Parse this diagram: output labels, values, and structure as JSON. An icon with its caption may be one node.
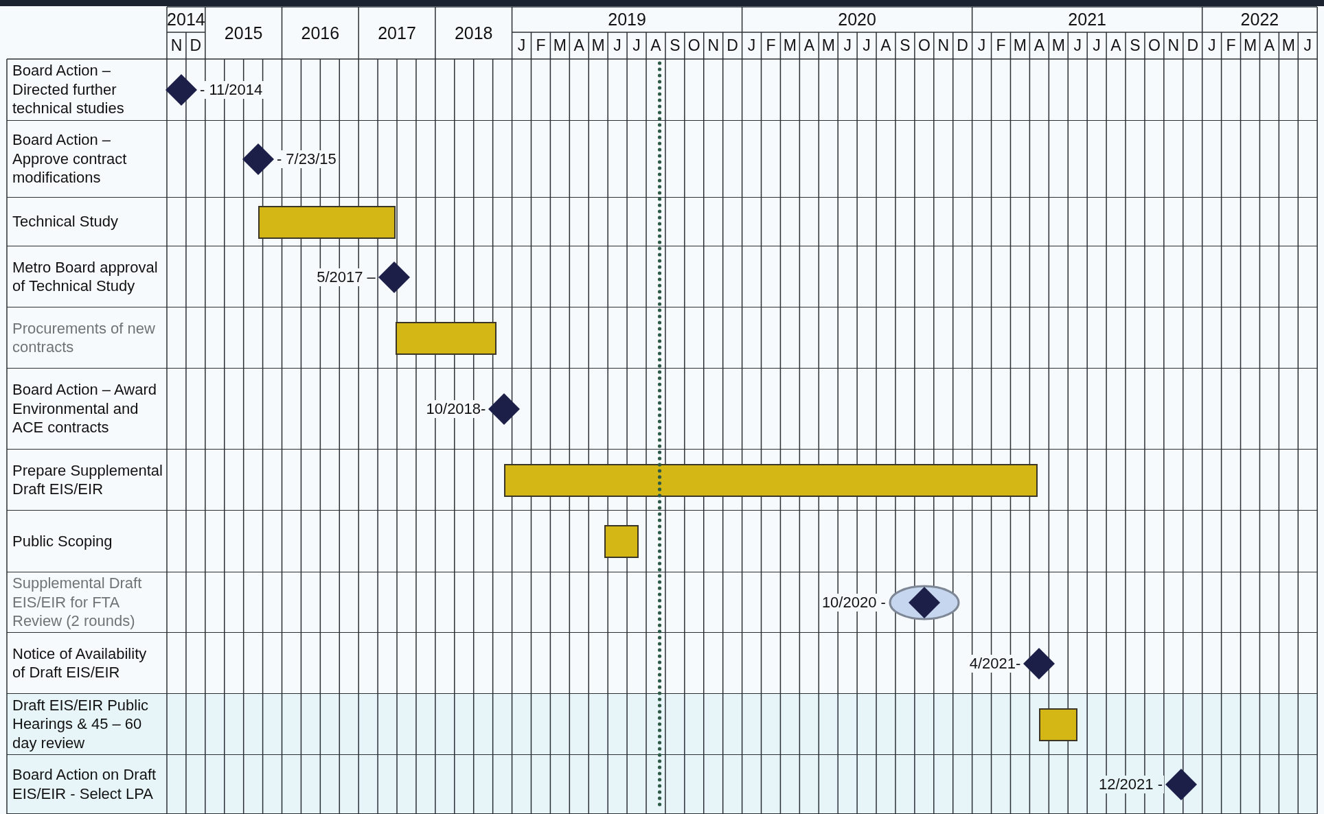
{
  "diagram": {
    "nodes": [
      {
        "text": [
          "Board Action – Directed further technical studies"
        ]
      },
      {
        "text": [],
        "shape": "diamond",
        "in": 0,
        "beside": [
          "- 11/2014"
        ]
      },
      {
        "text": [
          "Board Action – Approve contract modifications"
        ]
      },
      {
        "text": [],
        "shape": "diamond",
        "in": 2,
        "beside": [
          "- 7/23/15"
        ]
      },
      {
        "text": [
          "Technical Study"
        ]
      },
      {
        "text": [],
        "shape": "bar",
        "in": 4
      },
      {
        "text": [
          "Metro Board approval of Technical Study"
        ]
      },
      {
        "text": [],
        "shape": "diamond",
        "in": 6,
        "beside": [
          "5/2017 –"
        ]
      },
      {
        "text": [
          "Procurements of new contracts"
        ]
      },
      {
        "text": [],
        "shape": "bar",
        "in": 8
      },
      {
        "text": [
          "Board Action – Award Environmental and ACE contracts"
        ]
      },
      {
        "text": [],
        "shape": "diamond",
        "in": 10,
        "beside": [
          "10/2018-"
        ]
      },
      {
        "text": [
          "Prepare Supplemental Draft EIS/EIR"
        ]
      },
      {
        "text": [],
        "shape": "bar",
        "in": 12
      },
      {
        "text": [
          "Public Scoping"
        ]
      },
      {
        "text": [],
        "shape": "bar",
        "in": 14
      },
      {
        "text": [
          "Supplemental Draft EIS/EIR for FTA Review (2 rounds)"
        ]
      },
      {
        "text": [],
        "shape": "diamond",
        "in": 16,
        "beside": [
          "10/2020 -"
        ]
      },
      {
        "text": [
          "Notice of Availability of Draft EIS/EIR"
        ]
      },
      {
        "text": [],
        "shape": "diamond",
        "in": 18,
        "beside": [
          "4/2021-"
        ]
      },
      {
        "text": [
          "Draft EIS/EIR Public Hearings & 45 – 60 day review"
        ]
      },
      {
        "text": [],
        "shape": "bar",
        "in": 20
      },
      {
        "text": [
          "Board Action on Draft EIS/EIR - Select LPA"
        ]
      },
      {
        "text": [],
        "shape": "diamond",
        "in": 22,
        "beside": [
          "12/2021 -"
        ]
      }
    ],
    "labels": [
      "2014",
      "2015",
      "2016",
      "2017",
      "2018",
      "2019",
      "2020",
      "2021",
      "2022",
      "N",
      "D",
      "J",
      "F",
      "M",
      "A",
      "M",
      "J",
      "J",
      "A",
      "S",
      "O",
      "N",
      "D",
      "J",
      "F",
      "M",
      "A",
      "M",
      "J",
      "J",
      "A",
      "S",
      "O",
      "N",
      "D",
      "J",
      "F",
      "M",
      "A",
      "M",
      "J",
      "J",
      "A",
      "S",
      "O",
      "N",
      "D",
      "J",
      "F",
      "M",
      "A",
      "M",
      "J"
    ]
  }
}
